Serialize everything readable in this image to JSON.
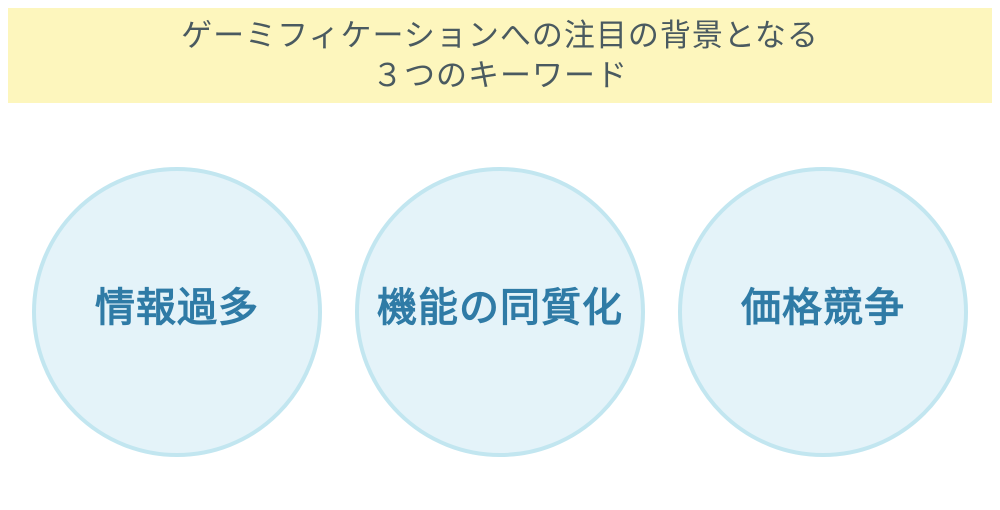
{
  "title": {
    "line1": "ゲーミフィケーションへの注目の背景となる",
    "line2": "３つのキーワード"
  },
  "keywords": [
    {
      "label": "情報過多"
    },
    {
      "label": "機能の同質化"
    },
    {
      "label": "価格競争"
    }
  ],
  "colors": {
    "banner_bg": "#fdf6bd",
    "title_text": "#4a5a60",
    "circle_fill": "#e4f3f9",
    "circle_border": "#c2e6f0",
    "keyword_text": "#2f7ba6"
  }
}
